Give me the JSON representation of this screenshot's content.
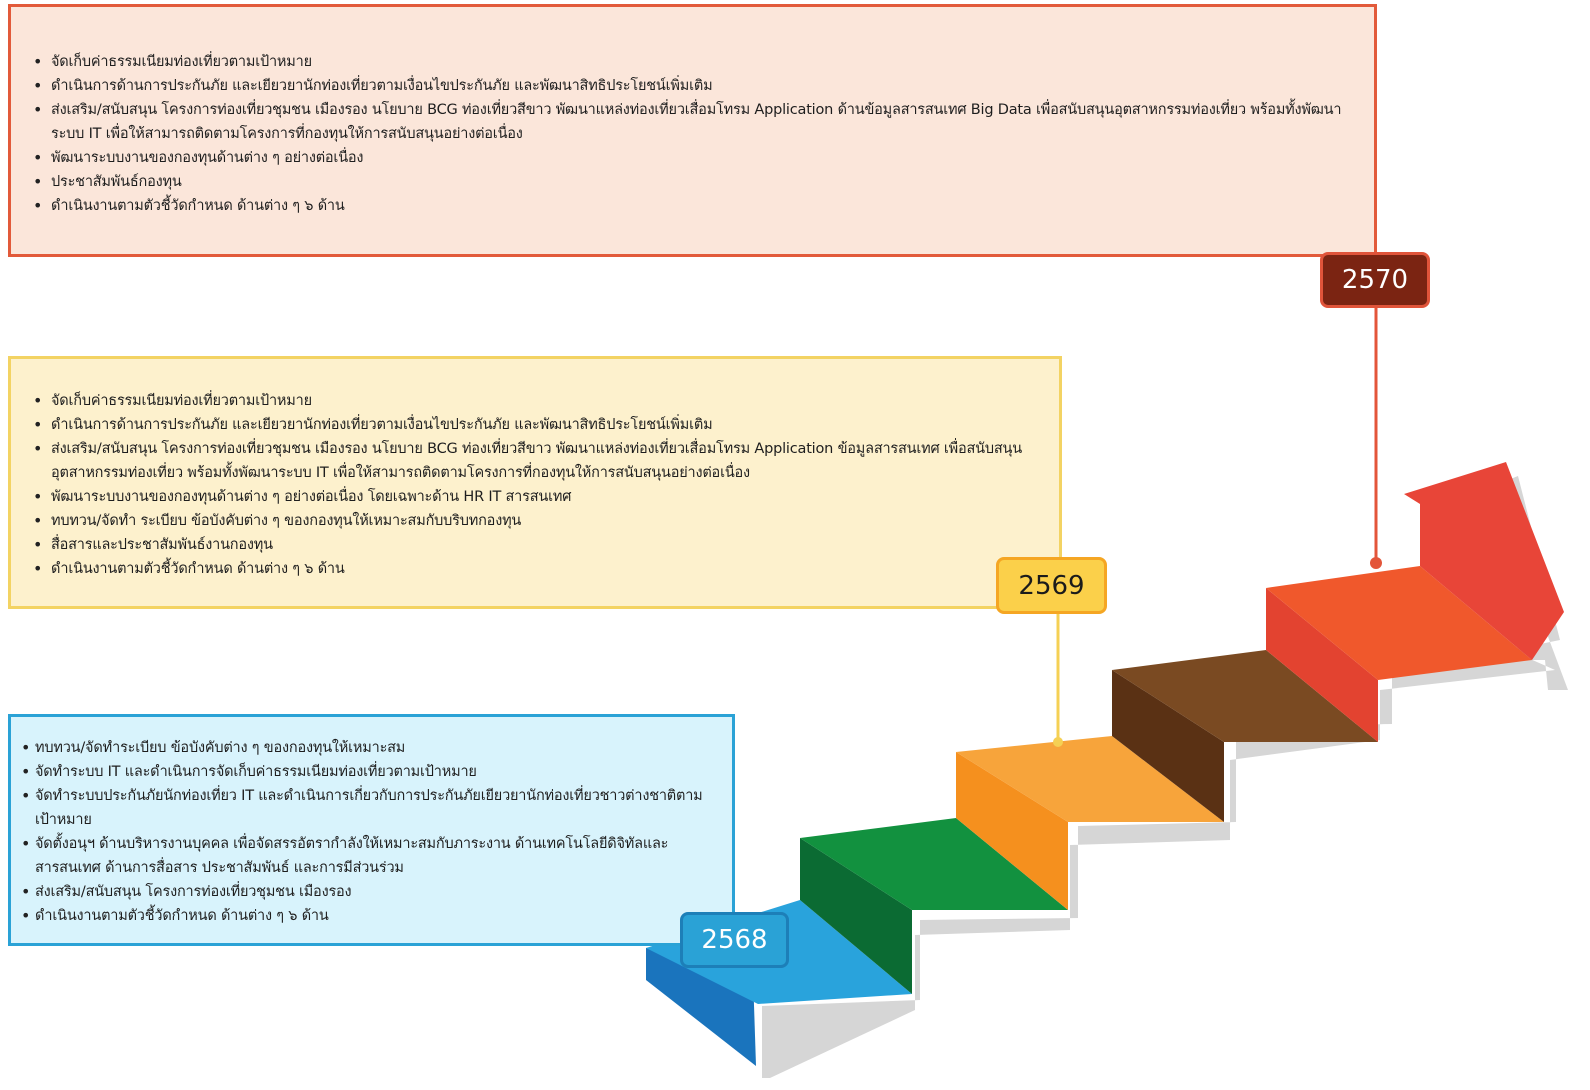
{
  "colors": {
    "panel_2570_fill": "#fbe6da",
    "panel_2570_border": "#e25a3a",
    "panel_2569_fill": "#fdf1cd",
    "panel_2569_border": "#f3d363",
    "panel_2568_fill": "#d8f3fc",
    "panel_2568_border": "#2aa2d6",
    "step_blue": "#29a3dc",
    "step_green": "#12913f",
    "step_orange": "#f7a43b",
    "step_brown": "#7a4a22",
    "step_red_orange": "#f0582c",
    "arrow_red": "#e84538"
  },
  "years": [
    {
      "label": "2570",
      "items": [
        "จัดเก็บค่าธรรมเนียมท่องเที่ยวตามเป้าหมาย",
        "ดำเนินการด้านการประกันภัย และเยียวยานักท่องเที่ยวตามเงื่อนไขประกันภัย และพัฒนาสิทธิประโยชน์เพิ่มเติม",
        "ส่งเสริม/สนับสนุน โครงการท่องเที่ยวชุมชน เมืองรอง นโยบาย BCG ท่องเที่ยวสีขาว พัฒนาแหล่งท่องเที่ยวเสื่อมโทรม Application ด้านข้อมูลสารสนเทศ Big Data เพื่อสนับสนุนอุตสาหกรรมท่องเที่ยว พร้อมทั้งพัฒนาระบบ IT เพื่อให้สามารถติดตามโครงการที่กองทุนให้การสนับสนุนอย่างต่อเนื่อง",
        "พัฒนาระบบงานของกองทุนด้านต่าง ๆ อย่างต่อเนื่อง",
        "ประชาสัมพันธ์กองทุน",
        "ดำเนินงานตามตัวชี้วัดกำหนด ด้านต่าง ๆ ๖ ด้าน"
      ]
    },
    {
      "label": "2569",
      "items": [
        "จัดเก็บค่าธรรมเนียมท่องเที่ยวตามเป้าหมาย",
        "ดำเนินการด้านการประกันภัย และเยียวยานักท่องเที่ยวตามเงื่อนไขประกันภัย และพัฒนาสิทธิประโยชน์เพิ่มเติม",
        "ส่งเสริม/สนับสนุน โครงการท่องเที่ยวชุมชน เมืองรอง นโยบาย BCG ท่องเที่ยวสีขาว พัฒนาแหล่งท่องเที่ยวเสื่อมโทรม Application ข้อมูลสารสนเทศ เพื่อสนับสนุนอุตสาหกรรมท่องเที่ยว พร้อมทั้งพัฒนาระบบ IT เพื่อให้สามารถติดตามโครงการที่กองทุนให้การสนับสนุนอย่างต่อเนื่อง",
        "พัฒนาระบบงานของกองทุนด้านต่าง ๆ อย่างต่อเนื่อง โดยเฉพาะด้าน HR IT สารสนเทศ",
        "ทบทวน/จัดทำ ระเบียบ ข้อบังคับต่าง ๆ ของกองทุนให้เหมาะสมกับบริบทกองทุน",
        "สื่อสารและประชาสัมพันธ์งานกองทุน",
        "ดำเนินงานตามตัวชี้วัดกำหนด ด้านต่าง ๆ ๖ ด้าน"
      ]
    },
    {
      "label": "2568",
      "items": [
        "ทบทวน/จัดทำระเบียบ ข้อบังคับต่าง ๆ ของกองทุนให้เหมาะสม",
        "จัดทำระบบ IT และดำเนินการจัดเก็บค่าธรรมเนียมท่องเที่ยวตามเป้าหมาย",
        "จัดทำระบบประกันภัยนักท่องเที่ยว IT และดำเนินการเกี่ยวกับการประกันภัยเยียวยานักท่องเที่ยวชาวต่างชาติตามเป้าหมาย",
        "จัดตั้งอนุฯ ด้านบริหารงานบุคคล เพื่อจัดสรรอัตรากำลังให้เหมาะสมกับภาระงาน ด้านเทคโนโลยีดิจิทัลและสารสนเทศ ด้านการสื่อสาร ประชาสัมพันธ์ และการมีส่วนร่วม",
        "ส่งเสริม/สนับสนุน โครงการท่องเที่ยวชุมชน เมืองรอง",
        "ดำเนินงานตามตัวชี้วัดกำหนด ด้านต่าง ๆ ๖ ด้าน"
      ]
    }
  ]
}
